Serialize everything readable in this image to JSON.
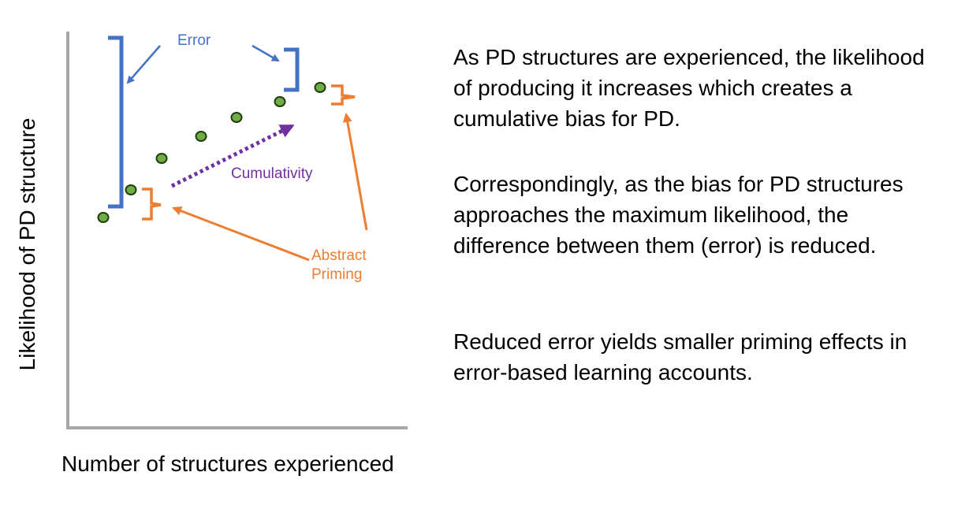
{
  "diagram": {
    "y_axis_label": "Likelihood of PD structure",
    "x_axis_label": "Number of structures experienced",
    "annotations": {
      "error": "Error",
      "cumulativity": "Cumulativity",
      "abstract_priming_line1": "Abstract",
      "abstract_priming_line2": "Priming"
    },
    "points": [
      {
        "x": 1,
        "y": 1
      },
      {
        "x": 2,
        "y": 2
      },
      {
        "x": 3,
        "y": 3
      },
      {
        "x": 4,
        "y": 4
      },
      {
        "x": 5,
        "y": 5
      },
      {
        "x": 6,
        "y": 6
      },
      {
        "x": 7,
        "y": 7
      }
    ],
    "colors": {
      "points": "#70ad47",
      "point_outline": "#1f3b0f",
      "error": "#4472c4",
      "cumulativity": "#7030a0",
      "abstract_priming": "#ed7d31",
      "axes": "#a6a6a6"
    }
  },
  "text": {
    "paragraph1": "As PD structures are experienced, the likelihood of producing it increases which creates a cumulative bias for PD.",
    "paragraph2": "Correspondingly, as the bias for PD structures approaches the maximum likelihood, the difference between them (error) is reduced.",
    "paragraph3": "Reduced error yields smaller priming effects in error-based learning accounts."
  }
}
